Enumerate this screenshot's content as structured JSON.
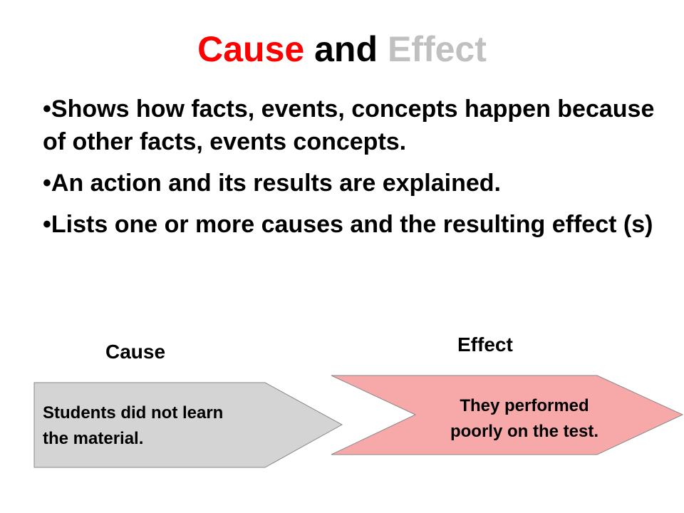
{
  "title": {
    "cause_word": "Cause",
    "and_word": "and",
    "effect_word": "Effect"
  },
  "bullets": [
    "•Shows how facts, events, concepts happen because of other facts, events concepts.",
    "•An action and its results are explained.",
    "•Lists one or more causes and the resulting effect (s)"
  ],
  "diagram": {
    "cause_label": "Cause",
    "effect_label": "Effect",
    "cause_text_line1": "Students did not learn",
    "cause_text_line2": "the material.",
    "effect_text_line1": "They performed",
    "effect_text_line2": "poorly on the test."
  },
  "colors": {
    "cause_title": "#ff0000",
    "effect_title": "#c0c0c0",
    "cause_shape_fill": "#d4d4d4",
    "effect_shape_fill": "#f7a8a8"
  }
}
